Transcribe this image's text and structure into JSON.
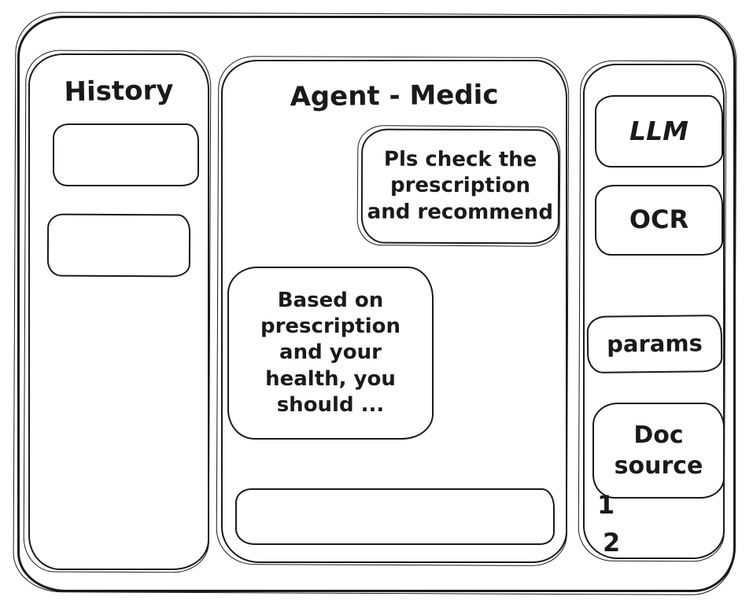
{
  "colors": {
    "ink": "#1a1a1a",
    "background": "#ffffff"
  },
  "history": {
    "title": "History",
    "items": [
      "",
      ""
    ]
  },
  "chat": {
    "title": "Agent - Medic",
    "messages": [
      {
        "role": "user",
        "text": "Pls check the\nprescription\nand recommend"
      },
      {
        "role": "assistant",
        "text": "Based on\nprescription\nand your\nhealth, you\nshould ..."
      }
    ],
    "input": {
      "value": "",
      "placeholder": ""
    }
  },
  "tools": {
    "buttons": [
      {
        "label": "LLM"
      },
      {
        "label": "OCR"
      },
      {
        "label": "params"
      },
      {
        "label": "Doc\nsource"
      }
    ],
    "doc_items": [
      "1",
      "2"
    ]
  }
}
